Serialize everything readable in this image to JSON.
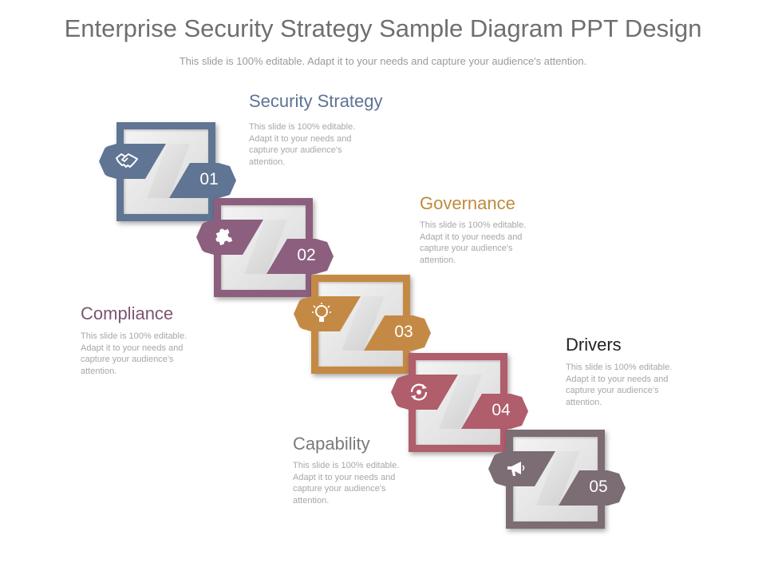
{
  "title": "Enterprise Security Strategy Sample Diagram PPT Design",
  "subtitle": "This slide is 100% editable. Adapt it to your needs and capture your audience's attention.",
  "steps": [
    {
      "number": "01",
      "icon": "handshake-icon",
      "color": "#5f7593",
      "label": "Security Strategy",
      "label_color": "#5c7494",
      "text": "This slide is 100% editable. Adapt it to your needs and capture your audience's attention."
    },
    {
      "number": "02",
      "icon": "puzzle-icon",
      "color": "#8c5f7e",
      "label": "Governance",
      "label_color": "#c08a3c",
      "text": "This slide is 100% editable. Adapt it to your needs and capture your audience's attention."
    },
    {
      "number": "03",
      "icon": "lightbulb-icon",
      "color": "#c48a45",
      "label": "Compliance",
      "label_color": "#7d5572",
      "text": "This slide is 100% editable. Adapt it to your needs and capture your audience's attention."
    },
    {
      "number": "04",
      "icon": "refresh-gear-icon",
      "color": "#b05d6c",
      "label": "Drivers",
      "label_color": "#222222",
      "text": "This slide is 100% editable. Adapt it to your needs and capture your audience's attention."
    },
    {
      "number": "05",
      "icon": "megaphone-icon",
      "color": "#7c6c73",
      "label": "Capability",
      "label_color": "#7a7a7a",
      "text": "This slide is 100% editable. Adapt it to your needs and capture your audience's attention."
    }
  ]
}
